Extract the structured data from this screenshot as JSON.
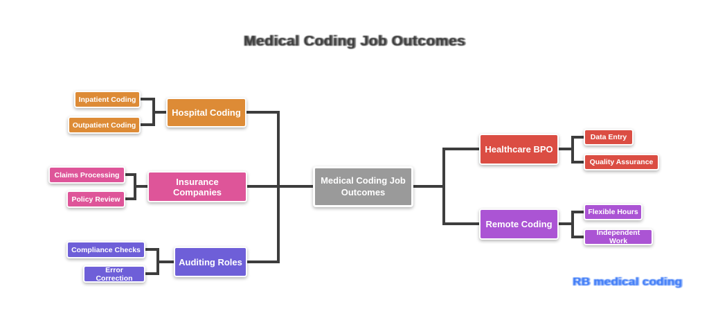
{
  "title": {
    "text": "Medical Coding Job Outcomes",
    "color": "#3e3e3e"
  },
  "watermark": {
    "text": "RB medical coding",
    "color": "#3e7bf7"
  },
  "connector_color": "#3d3d3d",
  "colors": {
    "orange": "#dd8b36",
    "pink": "#de5599",
    "purple": "#6e5fd8",
    "red": "#db4d43",
    "violet": "#ab54d4",
    "gray": "#9a9a9a",
    "connector": "#3d3d3d"
  },
  "nodes": {
    "center": {
      "label": "Medical Coding Job Outcomes",
      "color": "#9a9a9a"
    },
    "hospital": {
      "label": "Hospital Coding",
      "color": "#dd8b36"
    },
    "inpatient": {
      "label": "Inpatient Coding",
      "color": "#dd8b36"
    },
    "outpatient": {
      "label": "Outpatient Coding",
      "color": "#dd8b36"
    },
    "insurance": {
      "label": "Insurance Companies",
      "color": "#de5599"
    },
    "claims": {
      "label": "Claims Processing",
      "color": "#de5599"
    },
    "policy": {
      "label": "Policy Review",
      "color": "#de5599"
    },
    "auditing": {
      "label": "Auditing Roles",
      "color": "#6e5fd8"
    },
    "compliance": {
      "label": "Compliance Checks",
      "color": "#6e5fd8"
    },
    "error": {
      "label": "Error Correction",
      "color": "#6e5fd8"
    },
    "bpo": {
      "label": "Healthcare BPO",
      "color": "#db4d43"
    },
    "data_entry": {
      "label": "Data Entry",
      "color": "#db4d43"
    },
    "quality": {
      "label": "Quality Assurance",
      "color": "#db4d43"
    },
    "remote": {
      "label": "Remote Coding",
      "color": "#ab54d4"
    },
    "flexible": {
      "label": "Flexible Hours",
      "color": "#ab54d4"
    },
    "independent": {
      "label": "Independent Work",
      "color": "#ab54d4"
    }
  }
}
